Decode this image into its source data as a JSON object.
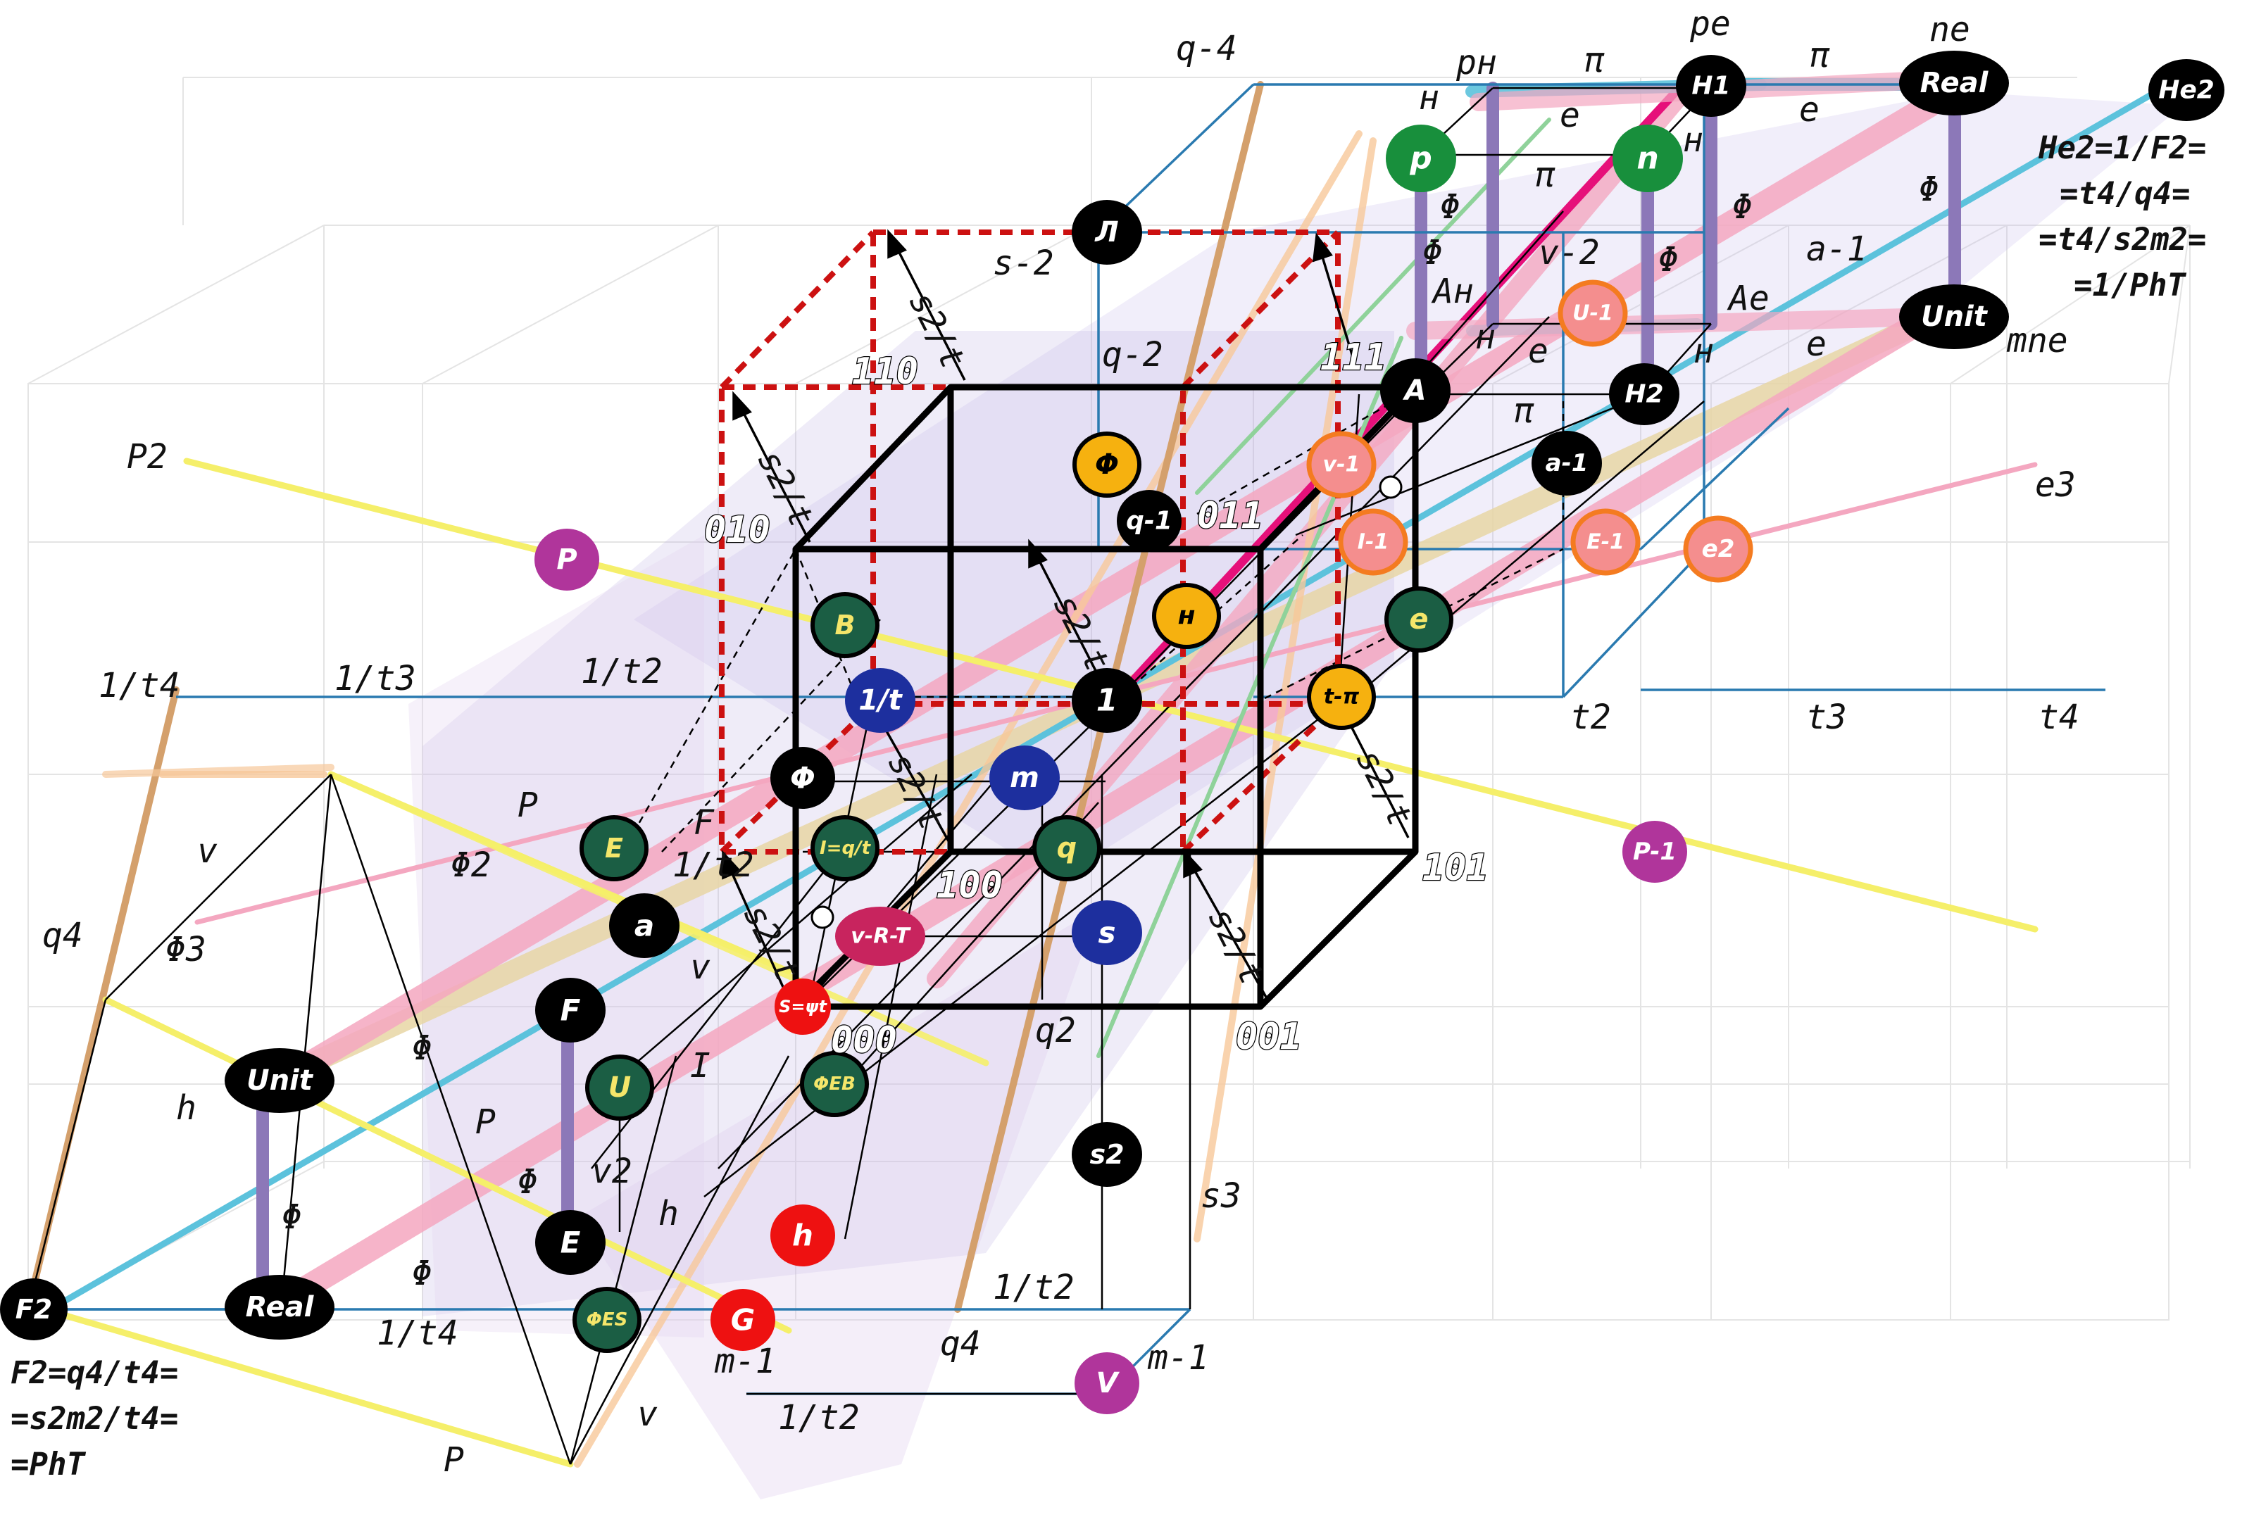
{
  "colors": {
    "black": "#000000",
    "green": "#1b5e44",
    "green_bright": "#188f3c",
    "blue": "#1d2f9e",
    "red": "#ee1111",
    "crimson": "#c8245e",
    "orange": "#f6b10f",
    "salmon": "#f48e8e",
    "salmon_ring": "#f47b20",
    "magenta": "#b0359b",
    "pink_band": "#f4a7c0",
    "cyan_band": "#5cc2dc",
    "yellow_line": "#f5ef6a",
    "tan_band": "#d4a06c",
    "purple_bar": "#8c78b8",
    "red_dash": "#cc1111",
    "frame_blue": "#2a7ab0"
  },
  "nodes": {
    "l_top": "Л",
    "phi_o1": "Φ",
    "phi_bl": "Φ",
    "q1": "q-1",
    "n_o": "н",
    "B": "B",
    "one_t": "1/t",
    "one": "1",
    "t_pi": "t-π",
    "m": "m",
    "E_g": "E",
    "iqt": "I=q/t",
    "q_o": "q",
    "a": "a",
    "vrt": "v-R-T",
    "s": "s",
    "F": "F",
    "S": "S=ψt",
    "U": "U",
    "phi_eb": "ΦEB",
    "s2": "s2",
    "E_b": "E",
    "h": "h",
    "G": "G",
    "phi_es": "ΦES",
    "V": "V",
    "P": "P",
    "P1": "P-1",
    "p": "p",
    "n": "n",
    "U1": "U-1",
    "A": "A",
    "H1": "H1",
    "H2": "H2",
    "Real_tr": "Real",
    "Unit_tr": "Unit",
    "He2": "He2",
    "v1": "v-1",
    "a1": "a-1",
    "I1": "I-1",
    "E1": "E-1",
    "e2": "e2",
    "e": "e",
    "F2": "F2",
    "Unit_l": "Unit",
    "Real_l": "Real"
  },
  "vertices": {
    "v110": "110",
    "v111": "111",
    "v010": "010",
    "v011": "011",
    "v100": "100",
    "v101": "101",
    "v000": "000",
    "v001": "001"
  },
  "labels": {
    "q_4": "q-4",
    "s_2": "s-2",
    "q_2": "q-2",
    "v_2": "v-2",
    "a_1": "a-1",
    "pn": "pн",
    "pe": "pe",
    "ne": "ne",
    "mne": "mne",
    "pi1": "π",
    "pi2": "π",
    "pi3": "π",
    "pi4": "π",
    "e1": "e",
    "e2": "e",
    "e3": "e",
    "e4": "e",
    "n1": "н",
    "n2": "н",
    "n3": "н",
    "n4": "н",
    "phi1": "Φ",
    "phi2": "Φ",
    "phi3": "Φ",
    "phi4": "Φ",
    "phi5": "Φ",
    "An": "Aн",
    "Ae": "Ae",
    "P2": "P2",
    "e3l": "e3",
    "t4inv": "1/t4",
    "t3inv": "1/t3",
    "t2inv": "1/t2",
    "t2": "t2",
    "t3": "t3",
    "t4": "t4",
    "s2t_1": "s2/t",
    "s2t_2": "s2/t",
    "s2t_3": "s2/t",
    "s2t_4": "s2/t",
    "s2t_5": "s2/t",
    "s2t_6": "s2/t",
    "s2t_7": "s2/t",
    "Pl": "P",
    "Fl": "F",
    "t2inv_b": "1/t2",
    "phi2_l": "Φ2",
    "phi3_l": "Φ3",
    "v_l1": "v",
    "v_l2": "v",
    "v2_l": "v2",
    "q4_l": "q4",
    "h_l1": "h",
    "h_l2": "h",
    "I_l": "I",
    "P_l2": "P",
    "q2_l": "q2",
    "s3_l": "s3",
    "phi_l1": "Φ",
    "phi_l2": "Φ",
    "phi_l3": "Φ",
    "phi_l4": "Φ",
    "t2inv_c": "1/t2",
    "t4inv_b": "1/t4",
    "q4_b": "q4",
    "m1_a": "m-1",
    "m1_b": "m-1",
    "t2inv_d": "1/t2",
    "v_b": "v",
    "P_b": "P"
  },
  "formulas": {
    "he2_1": "He2=1/F2=",
    "he2_2": "=t4/q4=",
    "he2_3": "=t4/s2m2=",
    "he2_4": "=1/PhT",
    "f2_1": "F2=q4/t4=",
    "f2_2": "=s2m2/t4=",
    "f2_3": "=PhT"
  }
}
